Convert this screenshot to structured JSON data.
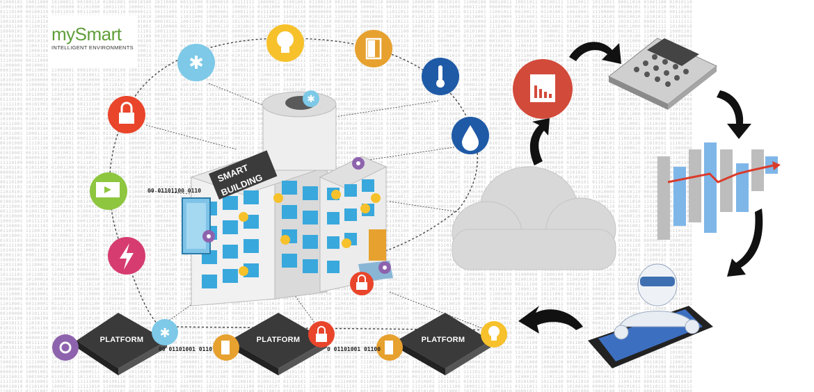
{
  "logo": {
    "name": "mySmart",
    "tagline": "INTELLIGENT ENVIRONMENTS"
  },
  "building": {
    "sign": "SMART BUILDING"
  },
  "platforms": [
    {
      "label": "PLATFORM"
    },
    {
      "label": "PLATFORM"
    },
    {
      "label": "PLATFORM"
    }
  ],
  "binary_strips": {
    "a": "00 01101100 0110",
    "b": "00 01101001 0110",
    "c": "0 01101001 01100",
    "d": "01101100 01101001"
  },
  "icons": {
    "ring": [
      "lightbulb-icon",
      "door-icon",
      "thermometer-icon",
      "water-drop-icon",
      "snowflake-icon",
      "lock-icon",
      "screen-icon",
      "lightning-icon"
    ],
    "bottom": [
      "gear-icon",
      "snowflake-icon",
      "door-icon",
      "lock-icon",
      "door-icon",
      "lightbulb-icon"
    ],
    "flow": [
      "report-chart-icon",
      "calculator-icon",
      "bar-graph-icon",
      "robot-tablet-icon",
      "cloud-icon"
    ]
  },
  "colors": {
    "yellow": "#f6c12b",
    "orange": "#e7a12f",
    "blue": "#1f5aa6",
    "light_blue": "#7dc9e7",
    "red": "#e9452b",
    "green": "#8ec63f",
    "magenta": "#d63c6f",
    "gear_purple": "#8e63ad",
    "brand_green": "#5f9e3a",
    "dark_red": "#d24a3a",
    "platform_dark": "#3a3a3a"
  }
}
